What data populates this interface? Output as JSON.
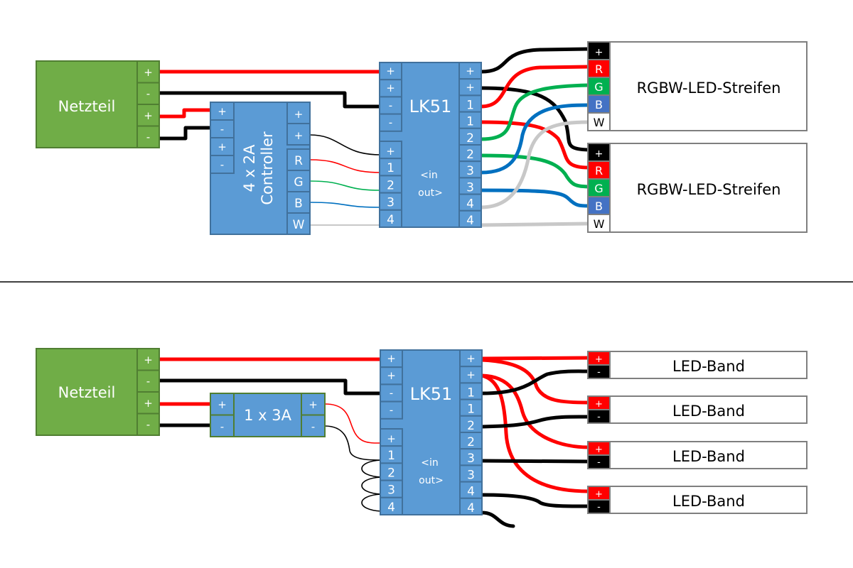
{
  "colors": {
    "psu_fill": "#70ad47",
    "psu_border": "#507e32",
    "module_fill": "#5b9bd5",
    "module_border": "#41719c",
    "wire_red": "#ff0000",
    "wire_black": "#000000",
    "wire_green": "#00b050",
    "wire_blue": "#0070c0",
    "wire_white": "#c8c8c8",
    "pin_red": "#ff0000",
    "pin_green": "#00b050",
    "pin_blue": "#4472c4",
    "pin_black": "#000000",
    "pin_white": "#ffffff",
    "strip_border": "#7f7f7f"
  },
  "top": {
    "psu": {
      "label": "Netzteil",
      "pins": [
        "+",
        "-",
        "+",
        "-"
      ]
    },
    "controller": {
      "label_line1": "4 x 2A",
      "label_line2": "Controller",
      "in_pins": [
        "+",
        "-",
        "+",
        "-"
      ],
      "out_pins": [
        "+",
        "+",
        "R",
        "G",
        "B",
        "W"
      ]
    },
    "lk51": {
      "label": "LK51",
      "left_top_pins": [
        "+",
        "+",
        "-",
        "-"
      ],
      "left_bottom_pins": [
        "+",
        "1",
        "2",
        "3",
        "4"
      ],
      "right_pins": [
        "+",
        "+",
        "1",
        "1",
        "2",
        "2",
        "3",
        "3",
        "4",
        "4"
      ],
      "io_label_in": "<in",
      "io_label_out": "out>"
    },
    "strips": [
      {
        "label": "RGBW-LED-Streifen",
        "pins": [
          "+",
          "R",
          "G",
          "B",
          "W"
        ]
      },
      {
        "label": "RGBW-LED-Streifen",
        "pins": [
          "+",
          "R",
          "G",
          "B",
          "W"
        ]
      }
    ]
  },
  "bottom": {
    "psu": {
      "label": "Netzteil",
      "pins": [
        "+",
        "-",
        "+",
        "-"
      ]
    },
    "controller": {
      "label": "1 x 3A",
      "in_pins": [
        "+",
        "-"
      ],
      "out_pins": [
        "+",
        "-"
      ]
    },
    "lk51": {
      "label": "LK51",
      "left_top_pins": [
        "+",
        "+",
        "-",
        "-"
      ],
      "left_bottom_pins": [
        "+",
        "1",
        "2",
        "3",
        "4"
      ],
      "right_pins": [
        "+",
        "+",
        "1",
        "1",
        "2",
        "2",
        "3",
        "3",
        "4",
        "4"
      ],
      "io_label_in": "<in",
      "io_label_out": "out>"
    },
    "bands": [
      {
        "label": "LED-Band",
        "pins": [
          "+",
          "-"
        ]
      },
      {
        "label": "LED-Band",
        "pins": [
          "+",
          "-"
        ]
      },
      {
        "label": "LED-Band",
        "pins": [
          "+",
          "-"
        ]
      },
      {
        "label": "LED-Band",
        "pins": [
          "+",
          "-"
        ]
      }
    ]
  }
}
